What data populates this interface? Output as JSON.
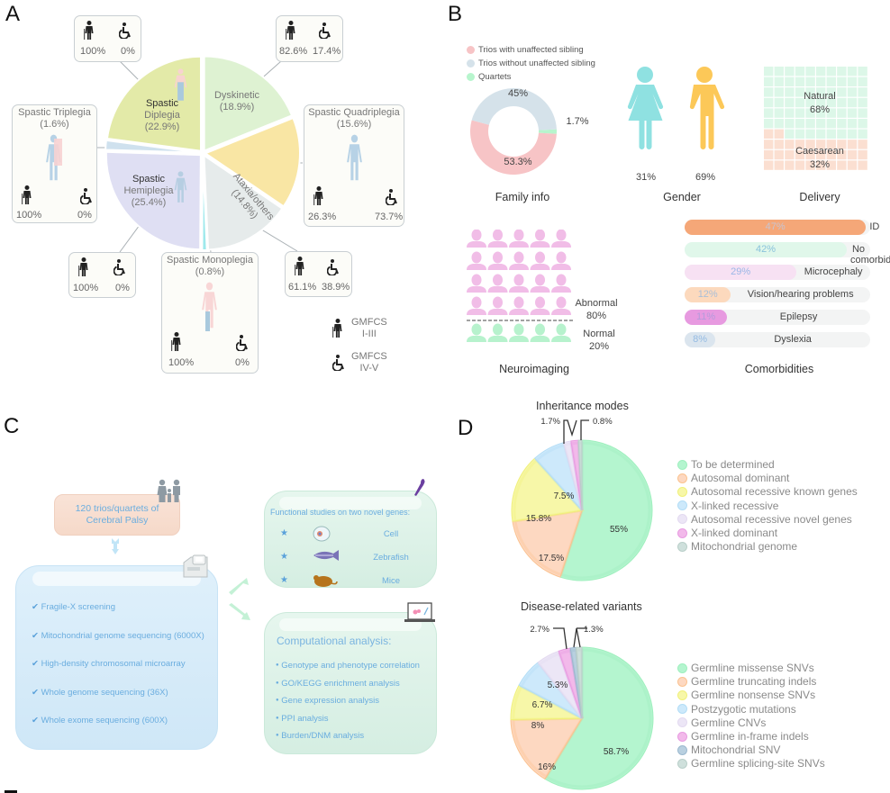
{
  "panels": {
    "a": "A",
    "b": "B",
    "c": "C",
    "d": "D",
    "e": "E"
  },
  "panel_a": {
    "pie": [
      {
        "name": "Dyskinetic",
        "pct": 18.9,
        "label_line1": "Dyskinetic",
        "label_line2": "(18.9%)",
        "color": "#def2d2"
      },
      {
        "name": "Spastic Quadriplegia",
        "pct": 15.6,
        "color": "#f9e6a4"
      },
      {
        "name": "Ataxia/others",
        "pct": 14.8,
        "label": "Ataxia/others",
        "label_pct": "(14.8%)",
        "color": "#e6ebeb"
      },
      {
        "name": "Spastic Monoplegia",
        "pct": 0.8,
        "color": "#9ee9ec"
      },
      {
        "name": "Spastic Hemiplegia",
        "pct": 25.4,
        "label_line1": "Spastic",
        "label_line2": "Hemiplegia",
        "label_line3": "(25.4%)",
        "color": "#dfdff3"
      },
      {
        "name": "Spastic Triplegia",
        "pct": 1.6,
        "color": "#cfe1ee"
      },
      {
        "name": "Spastic Diplegia",
        "pct": 22.9,
        "label_line1": "Spastic",
        "label_line2": "Diplegia",
        "label_line3": "(22.9%)",
        "color": "#e3eaa8"
      }
    ],
    "boxes": {
      "diplegia": {
        "gmfcs_1_3": "100%",
        "gmfcs_4_5": "0%"
      },
      "dyskinetic": {
        "gmfcs_1_3": "82.6%",
        "gmfcs_4_5": "17.4%"
      },
      "triplegia": {
        "title": "Spastic Triplegia",
        "pct": "(1.6%)",
        "gmfcs_1_3": "100%",
        "gmfcs_4_5": "0%"
      },
      "quadriplegia": {
        "title": "Spastic Quadriplegia",
        "pct": "(15.6%)",
        "gmfcs_1_3": "26.3%",
        "gmfcs_4_5": "73.7%"
      },
      "hemiplegia": {
        "gmfcs_1_3": "100%",
        "gmfcs_4_5": "0%"
      },
      "monoplegia": {
        "title": "Spastic Monoplegia",
        "pct": "(0.8%)",
        "gmfcs_1_3": "100%",
        "gmfcs_4_5": "0%"
      },
      "ataxia": {
        "gmfcs_1_3": "61.1%",
        "gmfcs_4_5": "38.9%"
      }
    },
    "legend": {
      "walker_line1": "GMFCS",
      "walker_line2": "I-III",
      "wheelchair_line1": "GMFCS",
      "wheelchair_line2": "IV-V"
    }
  },
  "panel_b": {
    "family": {
      "legend": [
        {
          "label": "Trios with unaffected sibling",
          "color": "#f7c4c6"
        },
        {
          "label": "Trios without unaffected sibling",
          "color": "#d5e2ea"
        },
        {
          "label": "Quartets",
          "color": "#b7f5cd"
        }
      ],
      "values": [
        {
          "name": "Trios with unaffected sibling",
          "pct": 53.3,
          "label": "53.3%"
        },
        {
          "name": "Trios without unaffected sibling",
          "pct": 45,
          "label": "45%"
        },
        {
          "name": "Quartets",
          "pct": 1.7,
          "label": "1.7%"
        }
      ],
      "caption": "Family info"
    },
    "gender": {
      "female": "31%",
      "male": "69%",
      "female_color": "#8fe1e1",
      "male_color": "#fcc858",
      "caption": "Gender"
    },
    "delivery": {
      "natural_label": "Natural",
      "natural_pct": "68%",
      "natural_value": 68,
      "caesarean_label": "Caesarean",
      "caesarean_pct": "32%",
      "caesarean_value": 32,
      "natural_color": "#dcf7e8",
      "caesarean_color": "#fbdfd1",
      "caption": "Delivery"
    },
    "neuroimaging": {
      "abnormal_label": "Abnormal",
      "abnormal_pct": "80%",
      "abnormal_value": 80,
      "normal_label": "Normal",
      "normal_pct": "20%",
      "normal_value": 20,
      "abnormal_color": "#f1bde7",
      "normal_color": "#b7f2cd",
      "caption": "Neuroimaging"
    },
    "comorbidities": {
      "items": [
        {
          "name": "ID",
          "pct": "47%",
          "value": 47,
          "fill": "#f5a778",
          "text": "#c8c4d0"
        },
        {
          "name": "No comorbidity",
          "pct": "42%",
          "value": 42,
          "fill": "#e0f7ea",
          "text": "#8ac3dc"
        },
        {
          "name": "Microcephaly",
          "pct": "29%",
          "value": 29,
          "fill": "#f7e1f3",
          "text": "#9bb7e6"
        },
        {
          "name": "Vision/hearing problems",
          "pct": "12%",
          "value": 12,
          "fill": "#fcd9bd",
          "text": "#a9bfd8"
        },
        {
          "name": "Epilepsy",
          "pct": "11%",
          "value": 11,
          "fill": "#e79ae0",
          "text": "#b59bdc"
        },
        {
          "name": "Dyslexia",
          "pct": "8%",
          "value": 8,
          "fill": "#dbe5ee",
          "text": "#94bbe3"
        }
      ],
      "caption": "Comorbidities"
    }
  },
  "panel_c": {
    "cohort": {
      "line1": "120 trios/quartets of",
      "line2": "Cerebral Palsy"
    },
    "sequencing": [
      "Fragile-X screening",
      "Mitochondrial genome sequencing (6000X)",
      "High-density chromosomal microarray",
      "Whole genome sequencing (36X)",
      "Whole exome sequencing (600X)"
    ],
    "functional": {
      "title": "Functional studies on two novel genes:",
      "items": [
        "Cell",
        "Zebrafish",
        "Mice"
      ]
    },
    "computational": {
      "title": "Computational analysis:",
      "items": [
        "Genotype and phenotype correlation",
        "GO/KEGG enrichment analysis",
        "Gene expression analysis",
        "PPI analysis",
        "Burden/DNM analysis"
      ]
    },
    "check_glyph": "✔",
    "star_glyph": "★",
    "bullet_glyph": "●"
  },
  "chart_data": [
    {
      "type": "pie",
      "title": "Inheritance modes",
      "categories": [
        "To be determined",
        "Autosomal dominant",
        "Autosomal recessive known genes",
        "X-linked recessive",
        "Autosomal recessive novel genes",
        "X-linked dominant",
        "Mitochondrial genome"
      ],
      "values": [
        55,
        17.5,
        15.8,
        7.5,
        1.7,
        1.7,
        0.8
      ],
      "labels": [
        "55%",
        "17.5%",
        "15.8%",
        "7.5%",
        "1.7%",
        "",
        "0.8%"
      ],
      "colors": [
        "#b4f5cf",
        "#fdd8c1",
        "#f7f7a8",
        "#cde9fb",
        "#ece6f6",
        "#f2b9ea",
        "#cfe0dc"
      ],
      "edge_colors": [
        "#9fefbe",
        "#fbc28f",
        "#f0f07a",
        "#b2ddf6",
        "#e3daf0",
        "#e89be1",
        "#b9cfc9"
      ],
      "legend": "right"
    },
    {
      "type": "pie",
      "title": "Disease-related variants",
      "categories": [
        "Germline missense SNVs",
        "Germline truncating indels",
        "Germline nonsense SNVs",
        "Postzygotic mutations",
        "Germline CNVs",
        "Germline in-frame indels",
        "Mitochondrial SNV",
        "Germline splicing-site SNVs"
      ],
      "values": [
        58.7,
        16,
        8,
        6.7,
        5.3,
        2.7,
        1.3,
        1.3
      ],
      "labels": [
        "58.7%",
        "16%",
        "8%",
        "6.7%",
        "5.3%",
        "2.7%",
        "",
        "1.3%"
      ],
      "colors": [
        "#b4f5cf",
        "#fdd8c1",
        "#f7f7a8",
        "#cde9fb",
        "#ece6f6",
        "#f2b9ea",
        "#b9d0e0",
        "#cfe0dc"
      ],
      "edge_colors": [
        "#9fefbe",
        "#fbc28f",
        "#f0f07a",
        "#b2ddf6",
        "#e3daf0",
        "#e89be1",
        "#9cb9cf",
        "#b9cfc9"
      ],
      "legend": "right"
    }
  ]
}
